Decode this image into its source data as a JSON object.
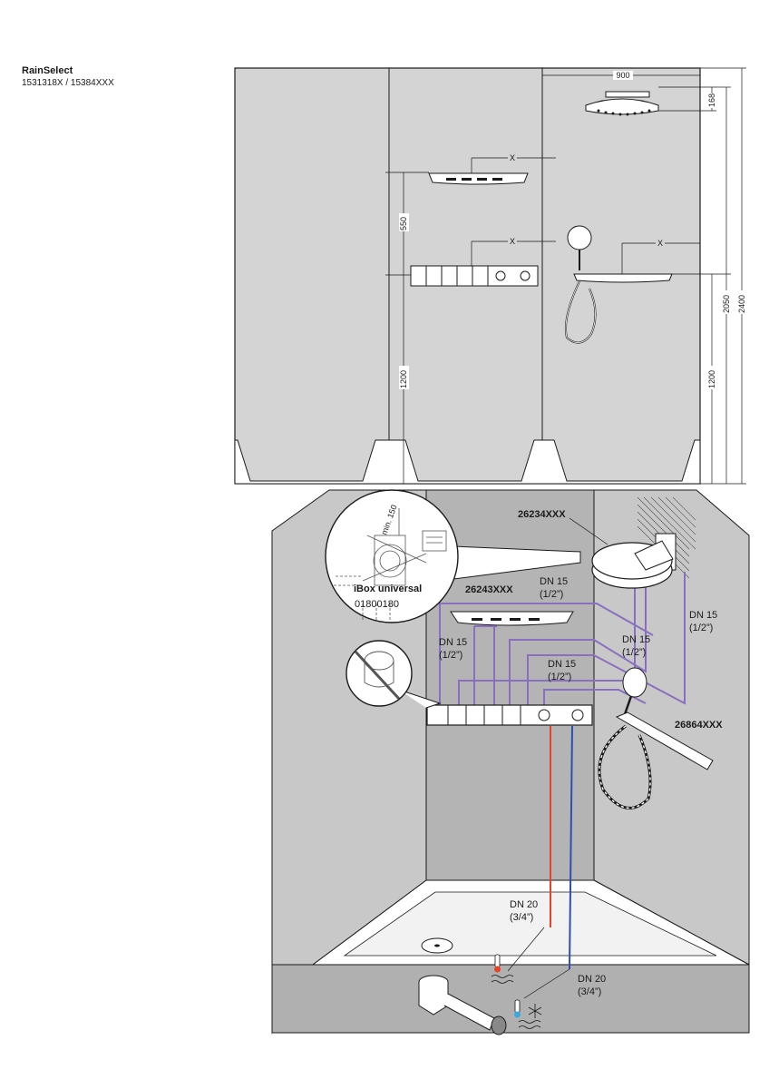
{
  "header": {
    "title": "RainSelect",
    "codes": "1531318X / 15384XXX"
  },
  "elevation": {
    "dims": {
      "width_top": "900",
      "overhead_height": "168",
      "shower_height": "2050",
      "wall_height": "2400",
      "spacing_left": "550",
      "floor_left": "1200",
      "floor_right": "1200",
      "x1": "X",
      "x2": "X",
      "x3": "X"
    }
  },
  "perspective": {
    "labels": {
      "overhead": "26234XXX",
      "shelf": "26243XXX",
      "holder": "26864XXX",
      "ibox": "iBox universal",
      "ibox_code": "01800180",
      "min150": "min. 150"
    },
    "pipes": {
      "dn15_a1": "DN 15",
      "dn15_a2": "(1/2”)",
      "dn15_b1": "DN 15",
      "dn15_b2": "(1/2”)",
      "dn15_c1": "DN 15",
      "dn15_c2": "(1/2”)",
      "dn15_d1": "DN 15",
      "dn15_d2": "(1/2”)",
      "dn15_e1": "DN 15",
      "dn15_e2": "(1/2”)",
      "dn20_hot1": "DN 20",
      "dn20_hot2": "(3/4”)",
      "dn20_cold1": "DN 20",
      "dn20_cold2": "(3/4”)"
    }
  },
  "colors": {
    "wall": "#d4d4d4",
    "wall_dark": "#bdbdbd",
    "floor": "#b8b8b8",
    "pipe": "#8a6fc0",
    "hot": "#e8432a",
    "cold": "#2f4fb0"
  }
}
